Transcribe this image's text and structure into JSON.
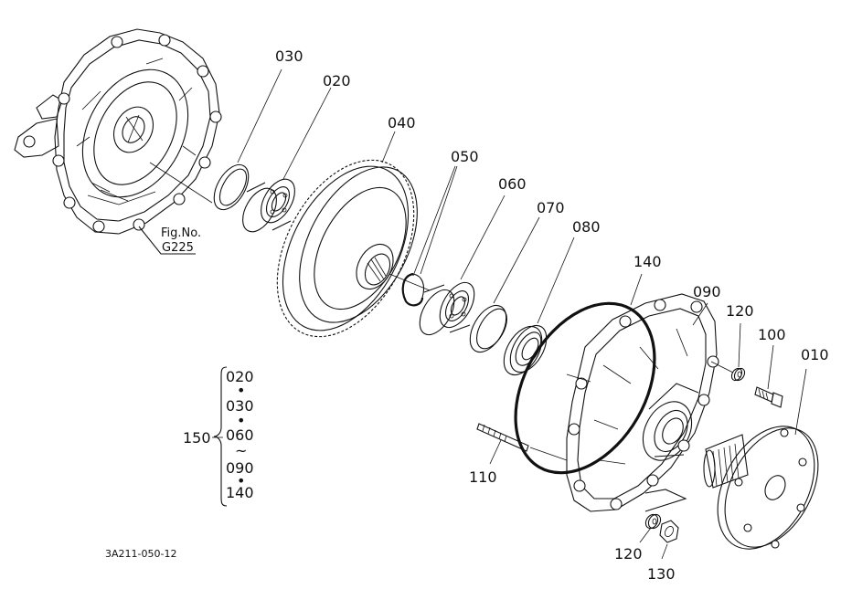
{
  "parts": [
    {
      "id": "030",
      "label": "030"
    },
    {
      "id": "020",
      "label": "020"
    },
    {
      "id": "040",
      "label": "040"
    },
    {
      "id": "050",
      "label": "050"
    },
    {
      "id": "060",
      "label": "060"
    },
    {
      "id": "070",
      "label": "070"
    },
    {
      "id": "080",
      "label": "080"
    },
    {
      "id": "140",
      "label": "140"
    },
    {
      "id": "090",
      "label": "090"
    },
    {
      "id": "120a",
      "label": "120"
    },
    {
      "id": "100",
      "label": "100"
    },
    {
      "id": "010",
      "label": "010"
    },
    {
      "id": "110",
      "label": "110"
    },
    {
      "id": "120b",
      "label": "120"
    },
    {
      "id": "130",
      "label": "130"
    }
  ],
  "figure_ref": {
    "line1": "Fig.No.",
    "line2": "G225"
  },
  "kit": {
    "number": "150",
    "members": [
      "020",
      "030",
      "060",
      "090",
      "140"
    ],
    "separators": [
      "•",
      "•",
      "~",
      "•"
    ]
  },
  "drawing_code": "3A211-050-12"
}
